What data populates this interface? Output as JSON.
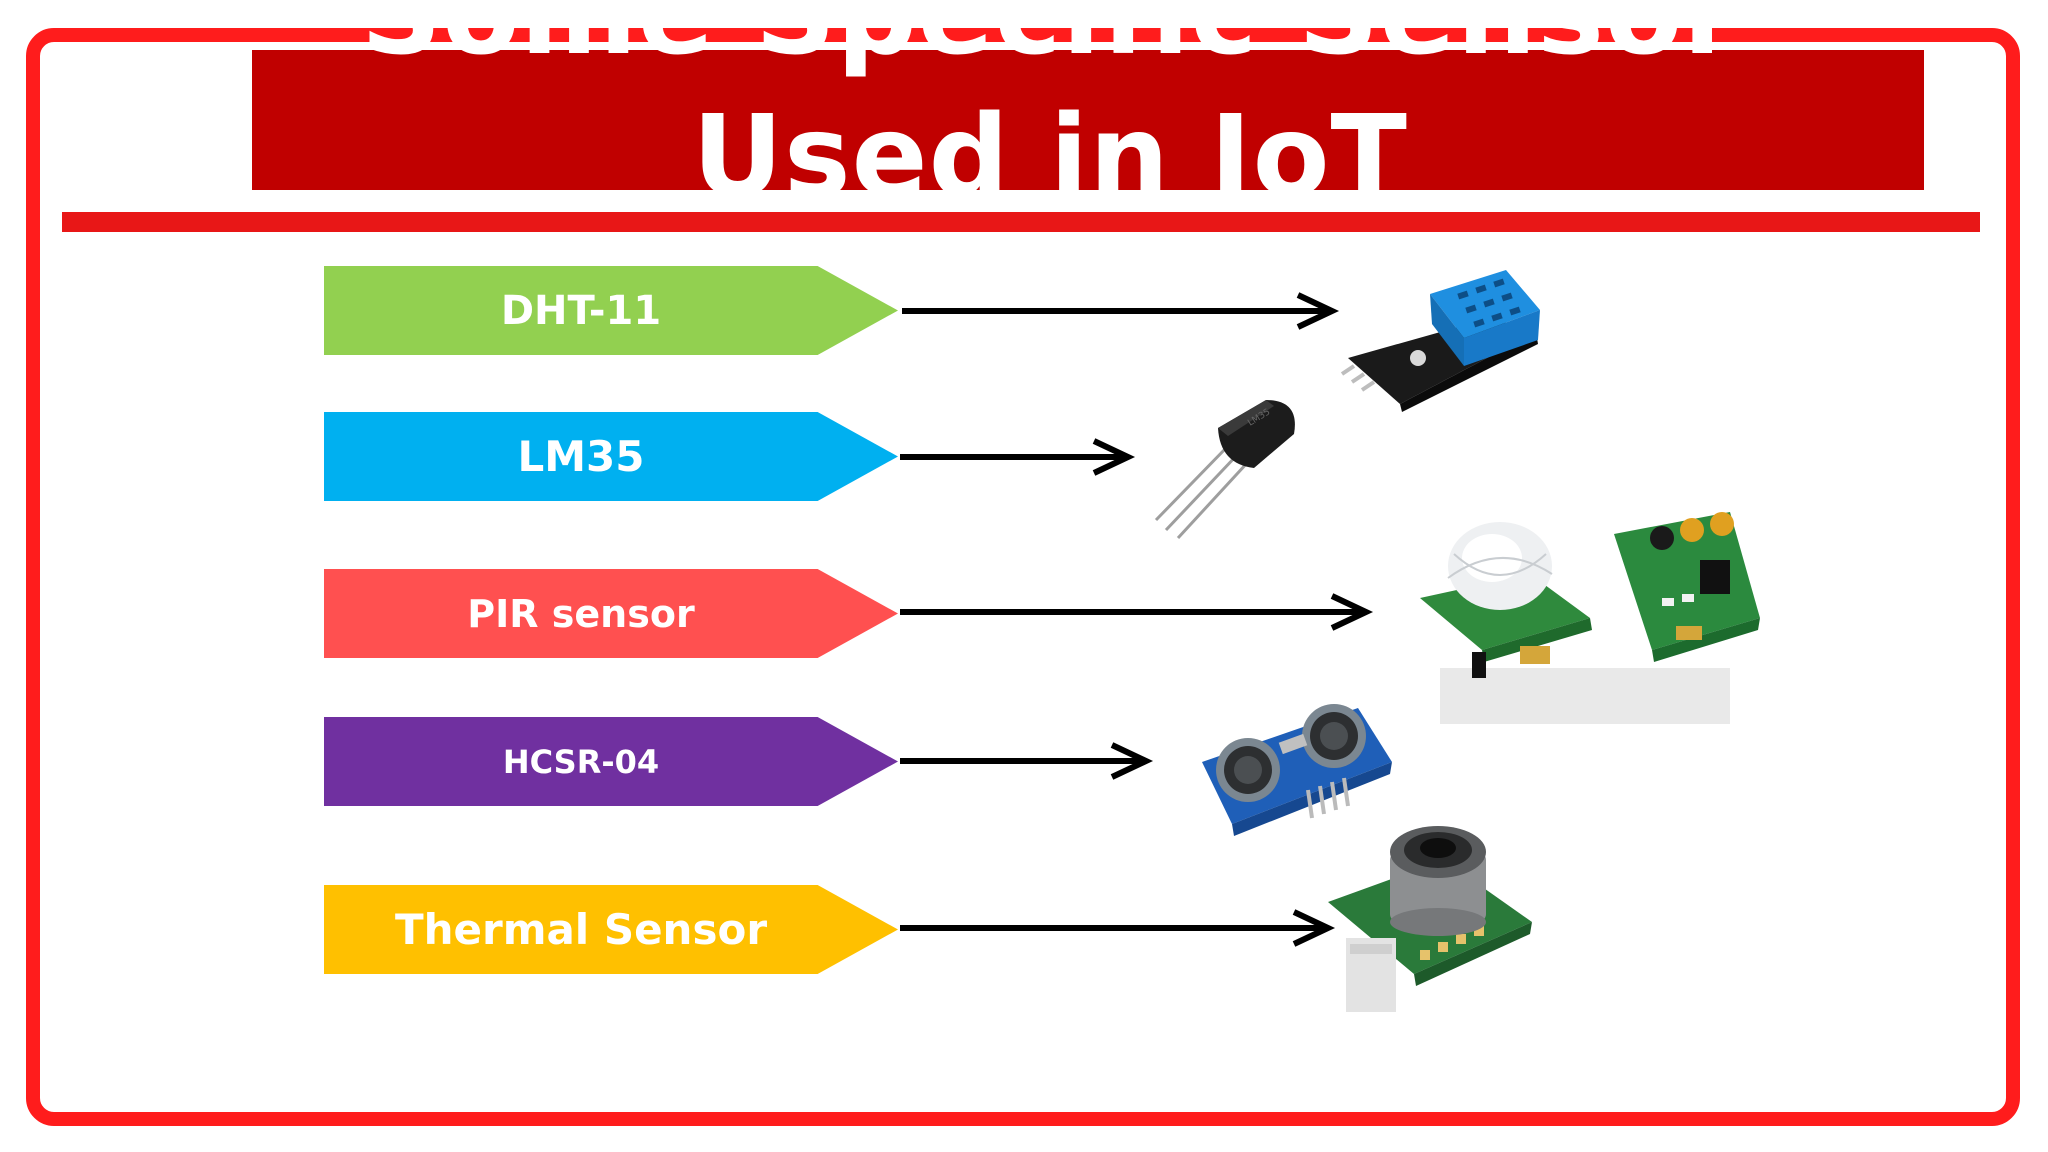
{
  "slide": {
    "title": "Some Specific Sensor  Used in IoT"
  },
  "sensors": [
    {
      "label": "DHT-11",
      "color": "#92d050",
      "icon": "dht11-sensor-icon"
    },
    {
      "label": "LM35",
      "color": "#00b0f0",
      "icon": "lm35-sensor-icon"
    },
    {
      "label": "PIR sensor",
      "color": "#ff5050",
      "icon": "pir-sensor-icon"
    },
    {
      "label": "HCSR-04",
      "color": "#7030a0",
      "icon": "ultrasonic-sensor-icon"
    },
    {
      "label": "Thermal Sensor",
      "color": "#ffc000",
      "icon": "thermal-sensor-icon"
    }
  ],
  "colors": {
    "frame": "#ff1c1c",
    "title_bar": "#c00000",
    "rule": "#e81717",
    "arrow": "#000000"
  }
}
